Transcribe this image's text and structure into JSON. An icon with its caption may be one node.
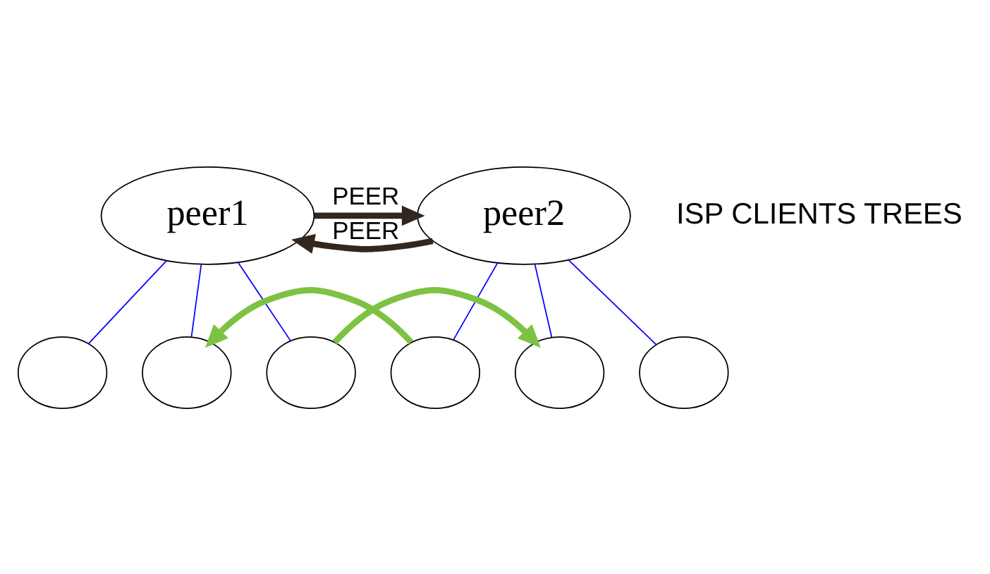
{
  "diagram": {
    "nodes": [
      {
        "text": [
          "peer1"
        ]
      },
      {
        "text": [
          "peer2"
        ]
      },
      {
        "text": [],
        "shape": "cloud"
      },
      {
        "text": [],
        "shape": "cloud"
      },
      {
        "text": [],
        "shape": "cloud"
      },
      {
        "text": [],
        "shape": "cloud"
      },
      {
        "text": [],
        "shape": "cloud"
      },
      {
        "text": [],
        "shape": "cloud"
      }
    ],
    "edges": [
      {
        "from": 0,
        "to": 1,
        "arrow": "to",
        "label": "PEER",
        "style": "thick",
        "color": "#33261f"
      },
      {
        "from": 1,
        "to": 0,
        "arrow": "to",
        "label": "PEER",
        "style": "thick",
        "color": "#33261f"
      },
      {
        "from": 0,
        "to": 2,
        "arrow": "none"
      },
      {
        "from": 0,
        "to": 3,
        "arrow": "none"
      },
      {
        "from": 0,
        "to": 4,
        "arrow": "none"
      },
      {
        "from": 1,
        "to": 5,
        "arrow": "none"
      },
      {
        "from": 1,
        "to": 6,
        "arrow": "none"
      },
      {
        "from": 1,
        "to": 7,
        "arrow": "none"
      },
      {
        "from": 4,
        "to": 6,
        "arrow": "to",
        "style": "thick",
        "color": "#7dc242"
      },
      {
        "from": 5,
        "to": 3,
        "arrow": "to",
        "style": "thick",
        "color": "#7dc242"
      }
    ],
    "labels": [
      "ISP CLIENTS TREES"
    ]
  }
}
